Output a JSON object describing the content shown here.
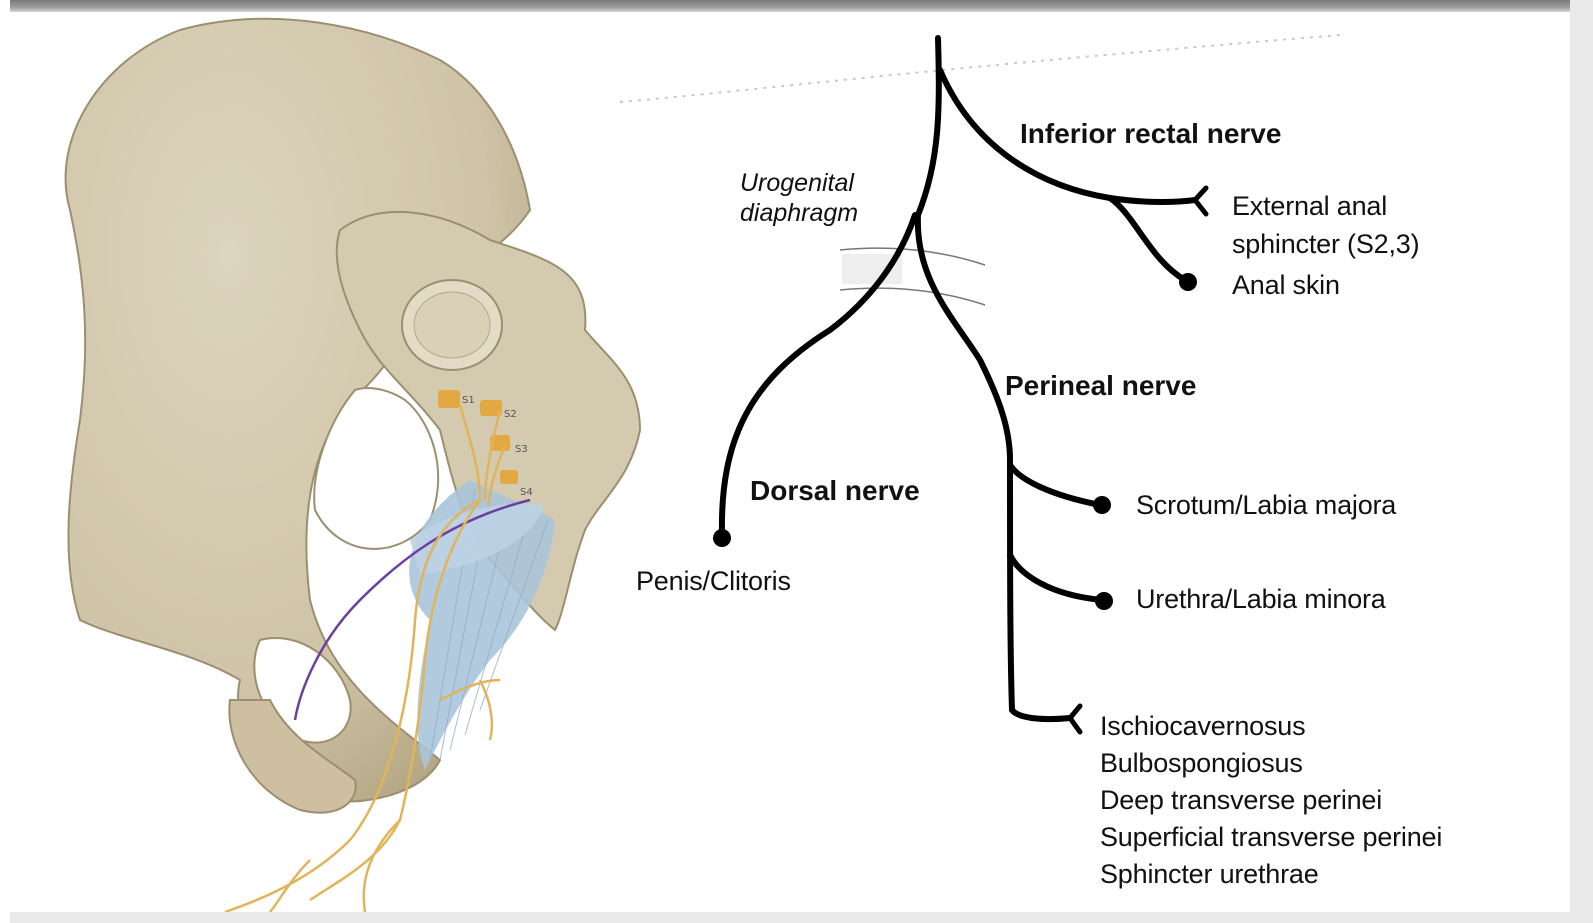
{
  "diagram": {
    "labels": {
      "urogenital_line1": "Urogenital",
      "urogenital_line2": "diaphragm",
      "inferior_rectal": "Inferior rectal nerve",
      "external_anal_line1": "External anal",
      "external_anal_line2": "sphincter (S2,3)",
      "anal_skin": "Anal skin",
      "perineal": "Perineal nerve",
      "dorsal": "Dorsal nerve",
      "penis_clitoris": "Penis/Clitoris",
      "scrotum": "Scrotum/Labia majora",
      "urethra": "Urethra/Labia minora",
      "muscles": [
        "Ischiocavernosus",
        "Bulbospongiosus",
        "Deep transverse perinei",
        "Superficial transverse perinei",
        "Sphincter urethrae"
      ]
    },
    "illustration": {
      "sacral_labels": [
        "S1",
        "S2",
        "S3",
        "S4"
      ]
    },
    "colors": {
      "bone": "#d5cbb2",
      "bone_shadow": "#b9ad8e",
      "nerve": "#e2b45a",
      "ligament": "#aac4da",
      "vessel": "#6b3fa0",
      "nerve_line": "#000000"
    }
  }
}
